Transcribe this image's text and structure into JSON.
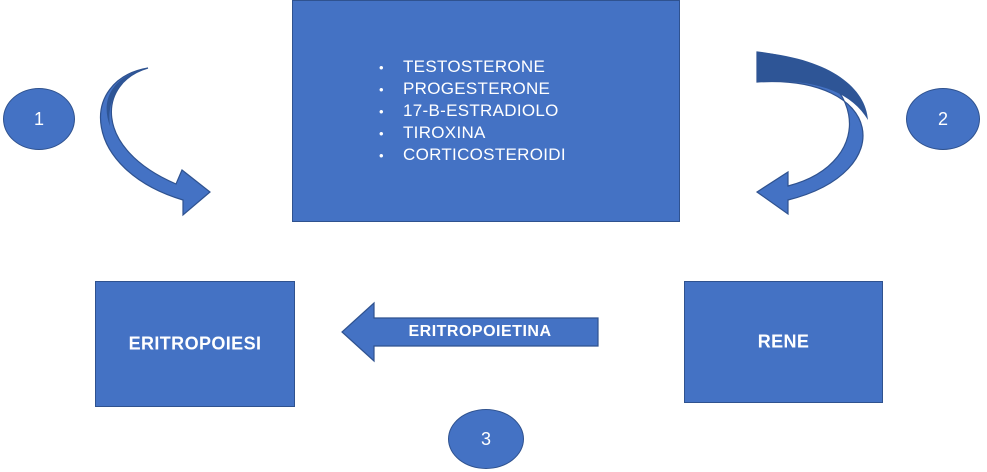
{
  "hormones": {
    "items": [
      "TESTOSTERONE",
      "PROGESTERONE",
      "17-B-ESTRADIOLO",
      "TIROXINA",
      "CORTICOSTEROIDI"
    ]
  },
  "boxes": {
    "eritropoiesi": "ERITROPOIESI",
    "rene": "RENE"
  },
  "arrow": {
    "label": "ERITROPOIETINA"
  },
  "markers": {
    "one": "1",
    "two": "2",
    "three": "3"
  },
  "colors": {
    "fill": "#4472c4",
    "stroke": "#2f528f",
    "shade": "#2e5596",
    "text": "#ffffff"
  }
}
